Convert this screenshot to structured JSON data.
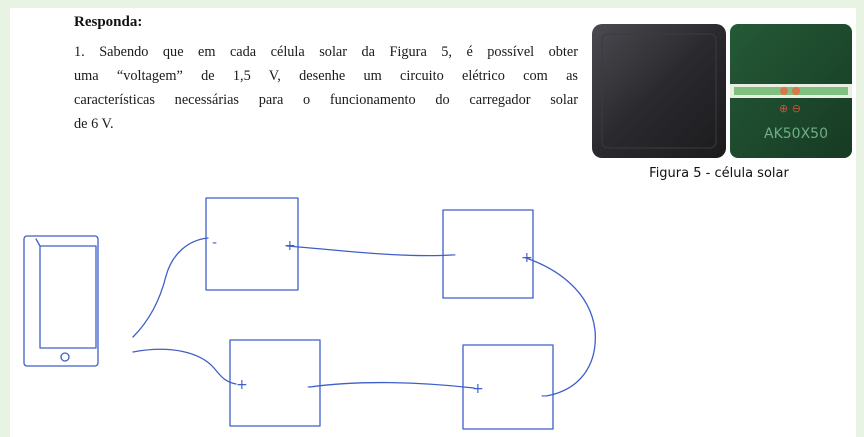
{
  "document": {
    "heading": "Responda:",
    "question_lines": [
      "1. Sabendo que em cada célula solar da Figura 5, é possível obter",
      "uma “voltagem” de 1,5 V, desenhe um circuito elétrico com as",
      "características necessárias para o funcionamento do carregador solar",
      "de 6 V."
    ]
  },
  "figure": {
    "caption": "Figura 5 - célula solar",
    "panel_label": "AK50X50",
    "terminal_marks": "⊕ ⊖"
  },
  "drawing": {
    "cells": [
      {
        "left_mark": "-",
        "right_mark": "+"
      },
      {
        "left_mark": "-",
        "right_mark": "+"
      },
      {
        "left_mark": "+",
        "right_mark": "-"
      },
      {
        "left_mark": "+",
        "right_mark": "-"
      }
    ]
  },
  "colors": {
    "background": "#e9f3e4",
    "ink": "#3f5fc8",
    "dark_cell": "#2c2c30",
    "green_cell": "#1f4a2e"
  }
}
